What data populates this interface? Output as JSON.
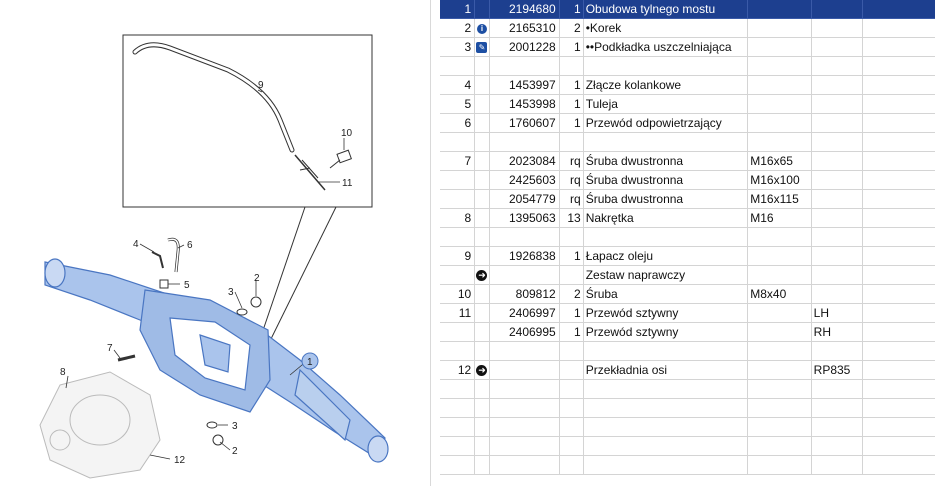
{
  "diagram": {
    "callouts": [
      "1",
      "2",
      "3",
      "4",
      "5",
      "6",
      "7",
      "8",
      "9",
      "10",
      "11",
      "12"
    ]
  },
  "parts": [
    {
      "pos": "1",
      "icon": "",
      "part": "2194680",
      "qty": "1",
      "desc": "Obudowa tylnego mostu",
      "spec": "",
      "note": "",
      "selected": true
    },
    {
      "pos": "2",
      "icon": "info-icon",
      "part": "2165310",
      "qty": "2",
      "desc": "•Korek",
      "spec": "",
      "note": ""
    },
    {
      "pos": "3",
      "icon": "pen-icon",
      "part": "2001228",
      "qty": "1",
      "desc": "••Podkładka uszczelniająca",
      "spec": "",
      "note": ""
    },
    {
      "pos": "",
      "icon": "",
      "part": "",
      "qty": "",
      "desc": "",
      "spec": "",
      "note": ""
    },
    {
      "pos": "4",
      "icon": "",
      "part": "1453997",
      "qty": "1",
      "desc": "Złącze kolankowe",
      "spec": "",
      "note": ""
    },
    {
      "pos": "5",
      "icon": "",
      "part": "1453998",
      "qty": "1",
      "desc": "Tuleja",
      "spec": "",
      "note": ""
    },
    {
      "pos": "6",
      "icon": "",
      "part": "1760607",
      "qty": "1",
      "desc": "Przewód odpowietrzający",
      "spec": "",
      "note": ""
    },
    {
      "pos": "",
      "icon": "",
      "part": "",
      "qty": "",
      "desc": "",
      "spec": "",
      "note": ""
    },
    {
      "pos": "7",
      "icon": "",
      "part": "2023084",
      "qty": "rq",
      "desc": "Śruba dwustronna",
      "spec": "M16x65",
      "note": ""
    },
    {
      "pos": "",
      "icon": "",
      "part": "2425603",
      "qty": "rq",
      "desc": "Śruba dwustronna",
      "spec": "M16x100",
      "note": ""
    },
    {
      "pos": "",
      "icon": "",
      "part": "2054779",
      "qty": "rq",
      "desc": "Śruba dwustronna",
      "spec": "M16x115",
      "note": ""
    },
    {
      "pos": "8",
      "icon": "",
      "part": "1395063",
      "qty": "13",
      "desc": "Nakrętka",
      "spec": "M16",
      "note": ""
    },
    {
      "pos": "",
      "icon": "",
      "part": "",
      "qty": "",
      "desc": "",
      "spec": "",
      "note": ""
    },
    {
      "pos": "9",
      "icon": "",
      "part": "1926838",
      "qty": "1",
      "desc": "Łapacz oleju",
      "spec": "",
      "note": ""
    },
    {
      "pos": "",
      "icon": "arrow-icon",
      "part": "",
      "qty": "",
      "desc": "Zestaw naprawczy",
      "spec": "",
      "note": ""
    },
    {
      "pos": "10",
      "icon": "",
      "part": "809812",
      "qty": "2",
      "desc": "Śruba",
      "spec": "M8x40",
      "note": ""
    },
    {
      "pos": "11",
      "icon": "",
      "part": "2406997",
      "qty": "1",
      "desc": "Przewód sztywny",
      "spec": "",
      "note": "LH"
    },
    {
      "pos": "",
      "icon": "",
      "part": "2406995",
      "qty": "1",
      "desc": "Przewód sztywny",
      "spec": "",
      "note": "RH"
    },
    {
      "pos": "",
      "icon": "",
      "part": "",
      "qty": "",
      "desc": "",
      "spec": "",
      "note": ""
    },
    {
      "pos": "12",
      "icon": "arrow-icon",
      "part": "",
      "qty": "",
      "desc": "Przekładnia osi",
      "spec": "",
      "note": "RP835"
    },
    {
      "pos": "",
      "icon": "",
      "part": "",
      "qty": "",
      "desc": "",
      "spec": "",
      "note": ""
    },
    {
      "pos": "",
      "icon": "",
      "part": "",
      "qty": "",
      "desc": "",
      "spec": "",
      "note": ""
    },
    {
      "pos": "",
      "icon": "",
      "part": "",
      "qty": "",
      "desc": "",
      "spec": "",
      "note": ""
    },
    {
      "pos": "",
      "icon": "",
      "part": "",
      "qty": "",
      "desc": "",
      "spec": "",
      "note": ""
    },
    {
      "pos": "",
      "icon": "",
      "part": "",
      "qty": "",
      "desc": "",
      "spec": "",
      "note": ""
    }
  ],
  "colors": {
    "selection": "#1d3f8f",
    "highlight": "#aac4ec",
    "grid": "#d4d4d4"
  }
}
